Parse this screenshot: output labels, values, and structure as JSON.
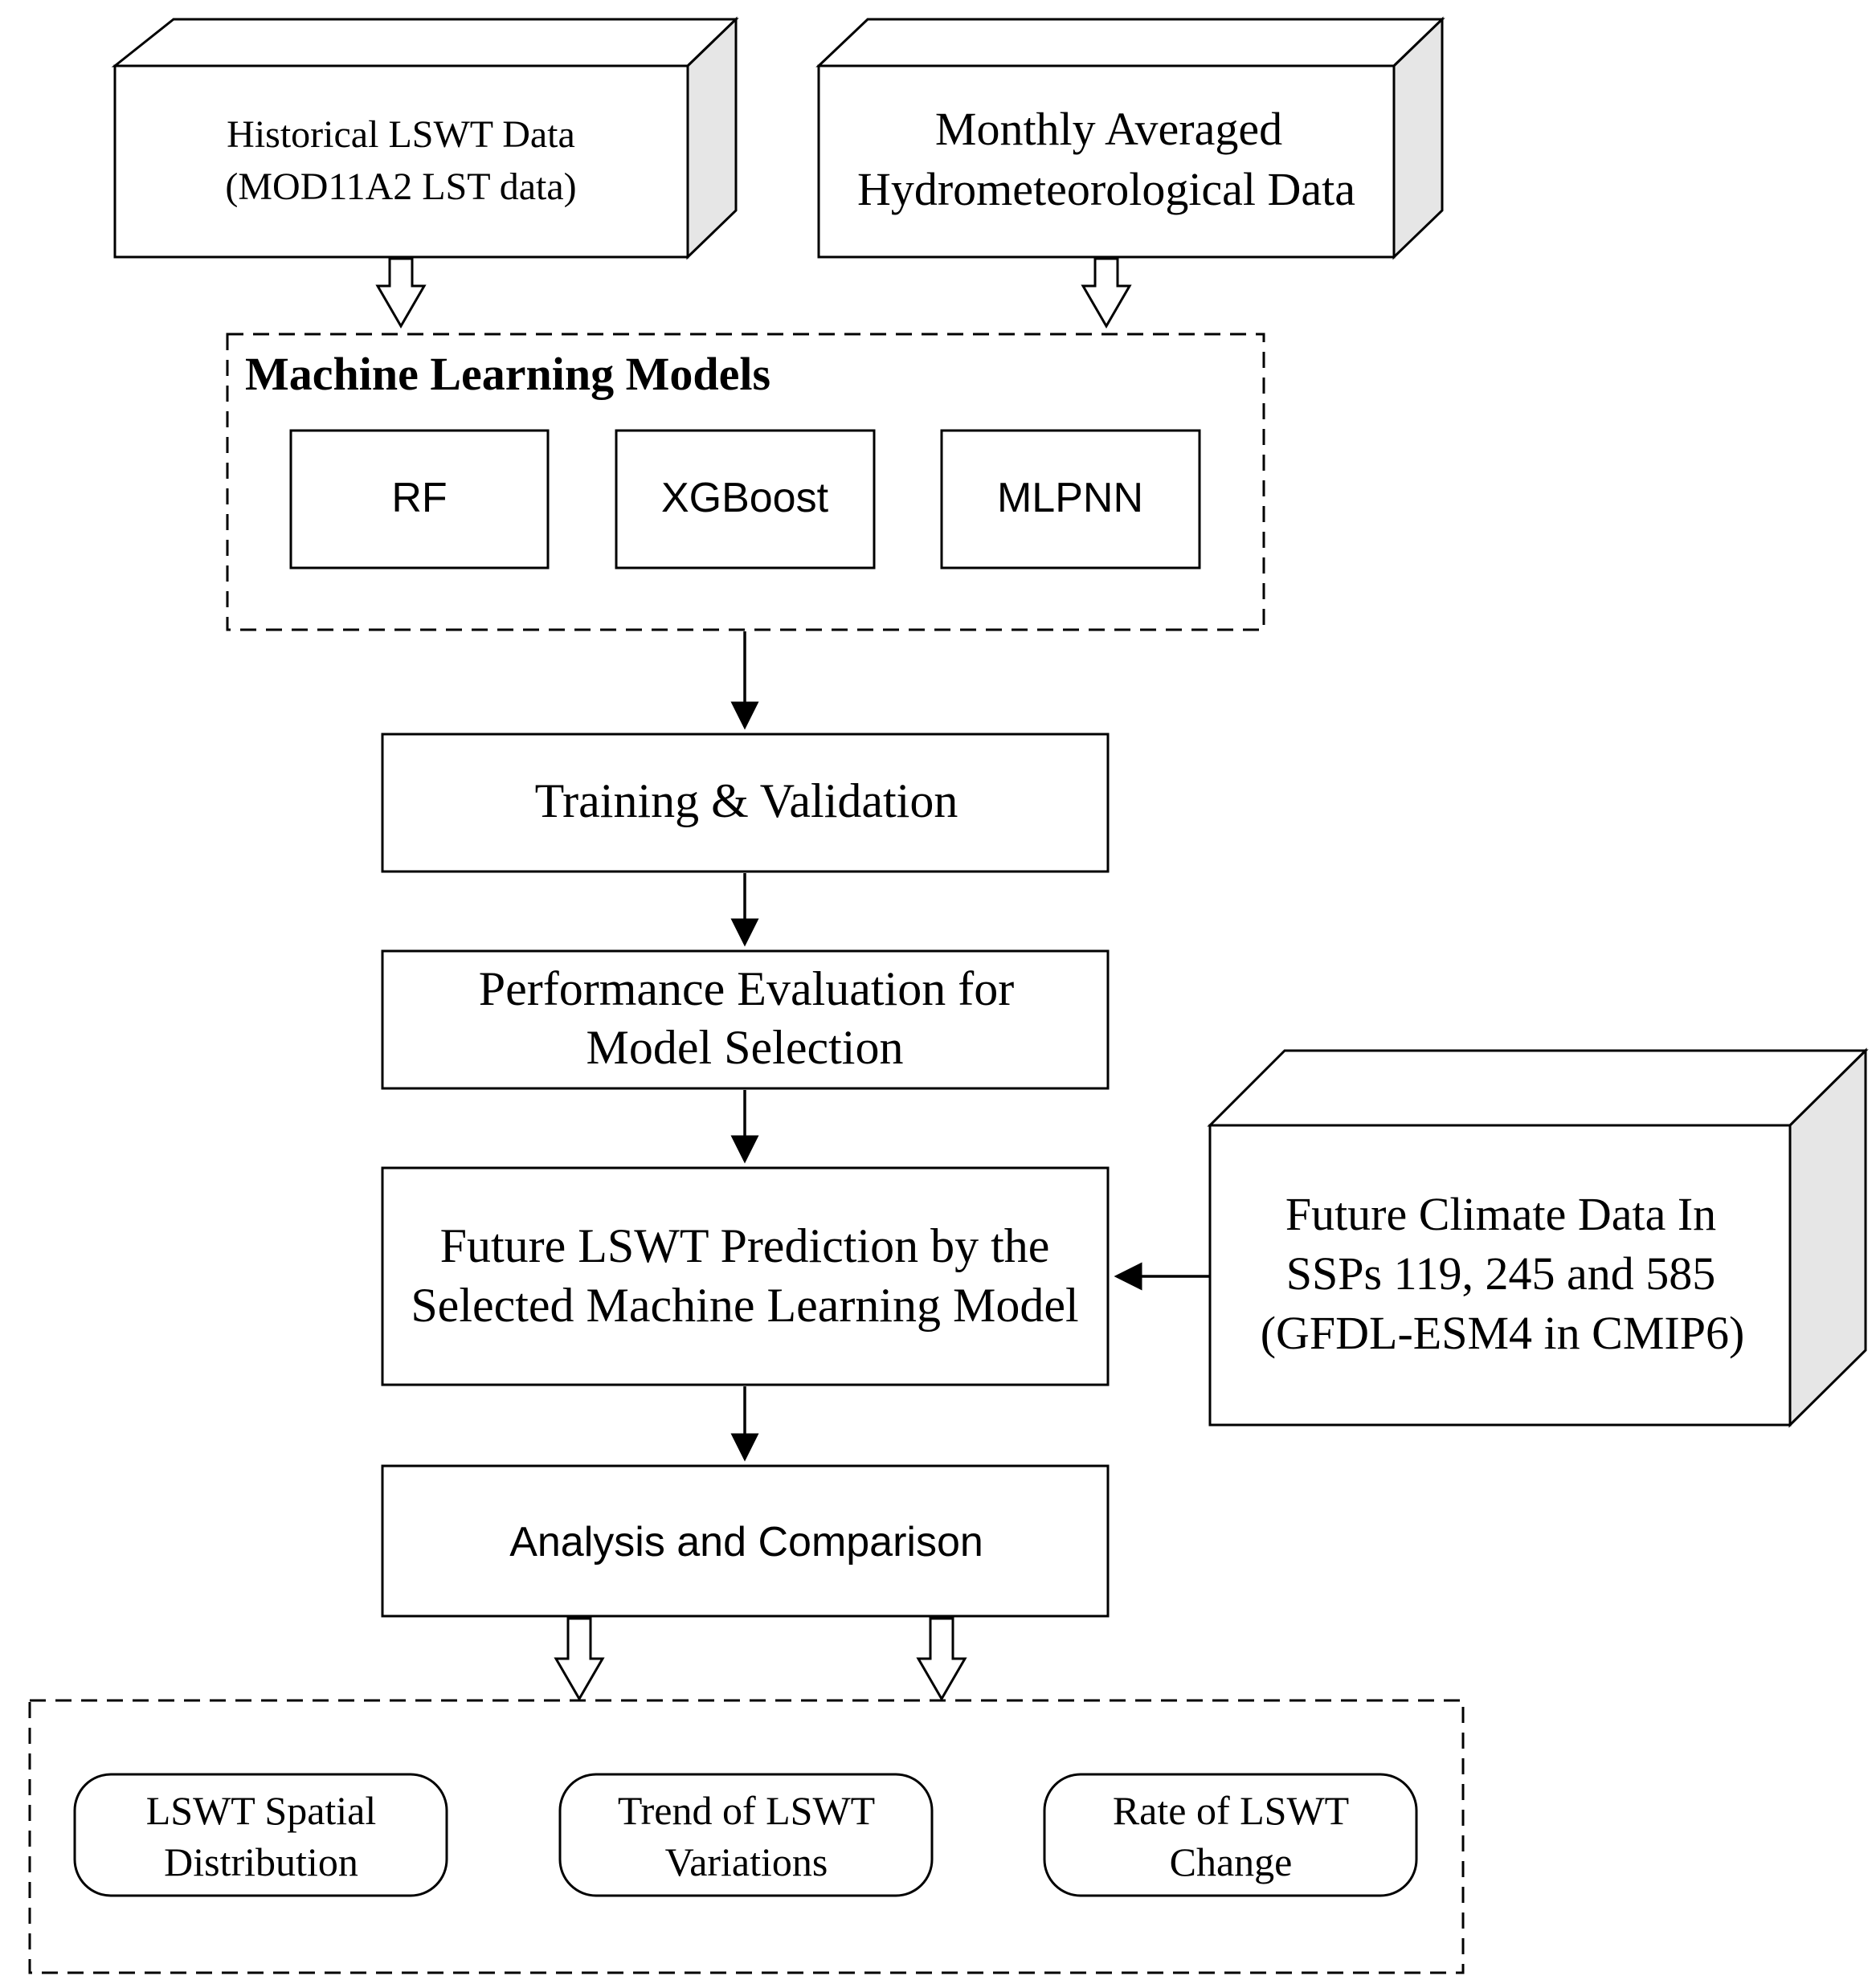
{
  "sources": {
    "historical": {
      "line1": "Historical LSWT Data",
      "line2": "(MOD11A2 LST data)"
    },
    "hydromet": {
      "line1": "Monthly Averaged",
      "line2": "Hydrometeorological Data"
    },
    "future_climate": {
      "line1": "Future Climate Data In",
      "line2": "SSPs 119, 245 and 585",
      "line3": "(GFDL-ESM4 in CMIP6)"
    }
  },
  "ml_group": {
    "title": "Machine Learning Models",
    "models": [
      "RF",
      "XGBoost",
      "MLPNN"
    ]
  },
  "steps": {
    "training": "Training & Validation",
    "evaluation": {
      "line1": "Performance Evaluation for",
      "line2": "Model Selection"
    },
    "prediction": {
      "line1": "Future LSWT Prediction by the",
      "line2": "Selected Machine Learning Model"
    },
    "analysis": "Analysis and Comparison"
  },
  "outputs": [
    {
      "line1": "LSWT Spatial",
      "line2": "Distribution"
    },
    {
      "line1": "Trend of LSWT",
      "line2": "Variations"
    },
    {
      "line1": "Rate of LSWT",
      "line2": "Change"
    }
  ],
  "colors": {
    "stroke": "#000000",
    "box_fill": "#ffffff",
    "side_face": "#e6e6e6",
    "top_face": "#ffffff"
  }
}
